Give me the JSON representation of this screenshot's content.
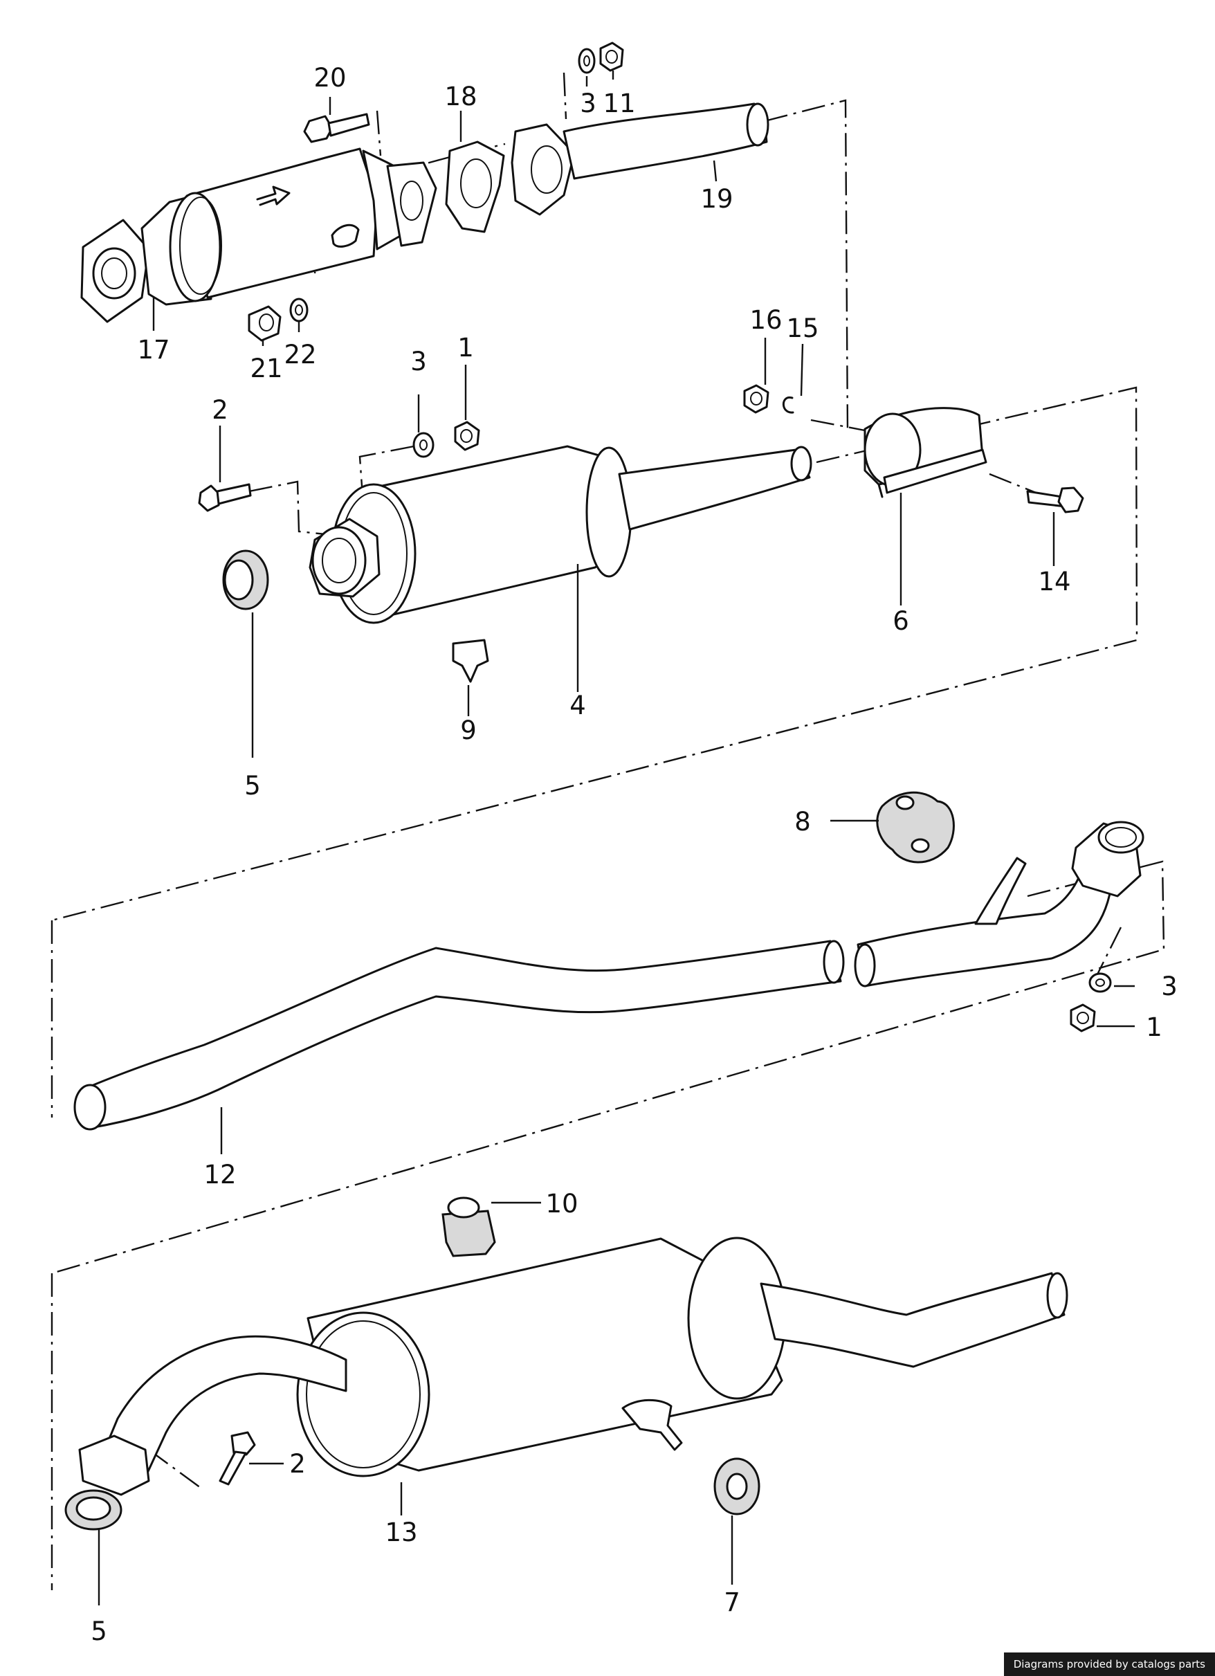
{
  "diagram": {
    "callouts": [
      "1",
      "2",
      "3",
      "4",
      "5",
      "6",
      "7",
      "8",
      "9",
      "10",
      "11",
      "12",
      "13",
      "14",
      "15",
      "16",
      "17",
      "18",
      "19",
      "20",
      "21",
      "22"
    ],
    "parts": [
      {
        "id": "catalytic-converter",
        "callout": "17"
      },
      {
        "id": "gasket",
        "callout": "18"
      },
      {
        "id": "front-pipe",
        "callout": "19"
      },
      {
        "id": "bolt",
        "callout": "20"
      },
      {
        "id": "nut",
        "callout": "21"
      },
      {
        "id": "washer",
        "callout": "22"
      },
      {
        "id": "front-muffler",
        "callout": "4"
      },
      {
        "id": "clamp",
        "callout": "6"
      },
      {
        "id": "rubber-bushing",
        "callout": "5"
      },
      {
        "id": "rubber-buffer",
        "callout": "9"
      },
      {
        "id": "hanger",
        "callout": "8"
      },
      {
        "id": "intermediate-pipe",
        "callout": "12"
      },
      {
        "id": "rear-muffler",
        "callout": "13"
      },
      {
        "id": "rubber-stopper",
        "callout": "10"
      },
      {
        "id": "rubber-ring",
        "callout": "7"
      },
      {
        "id": "clamp-bolt",
        "callout": "14"
      },
      {
        "id": "clamp-nut",
        "callout": "16"
      },
      {
        "id": "lock-washer",
        "callout": "15"
      }
    ]
  },
  "footer": {
    "credit": "Diagrams provided by catalogs parts",
    "background": "#1a1a1a"
  }
}
